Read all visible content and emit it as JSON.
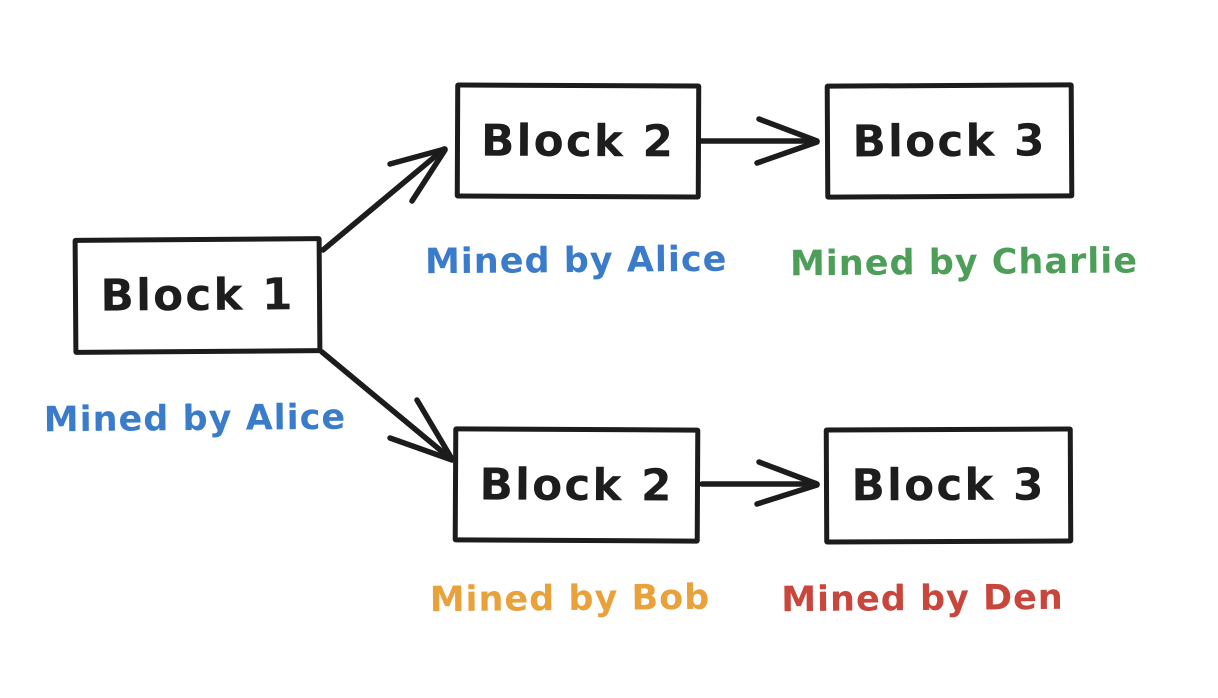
{
  "diagram": {
    "type": "blockchain-fork",
    "stroke_color": "#1c1c1c",
    "background": "#ffffff",
    "block1": {
      "label": "Block 1",
      "miner_text": "Mined by Alice",
      "miner_color": "#3a7cc9"
    },
    "top_chain": {
      "block2": {
        "label": "Block 2",
        "miner_text": "Mined by Alice",
        "miner_color": "#3a7cc9"
      },
      "block3": {
        "label": "Block 3",
        "miner_text": "Mined by Charlie",
        "miner_color": "#4d9e58"
      }
    },
    "bottom_chain": {
      "block2": {
        "label": "Block 2",
        "miner_text": "Mined by Bob",
        "miner_color": "#e9a23b"
      },
      "block3": {
        "label": "Block 3",
        "miner_text": "Mined by Den",
        "miner_color": "#c9463c"
      }
    },
    "arrows": [
      "block1-to-top-block2",
      "block1-to-bottom-block2",
      "top-block2-to-top-block3",
      "bottom-block2-to-bottom-block3"
    ]
  }
}
